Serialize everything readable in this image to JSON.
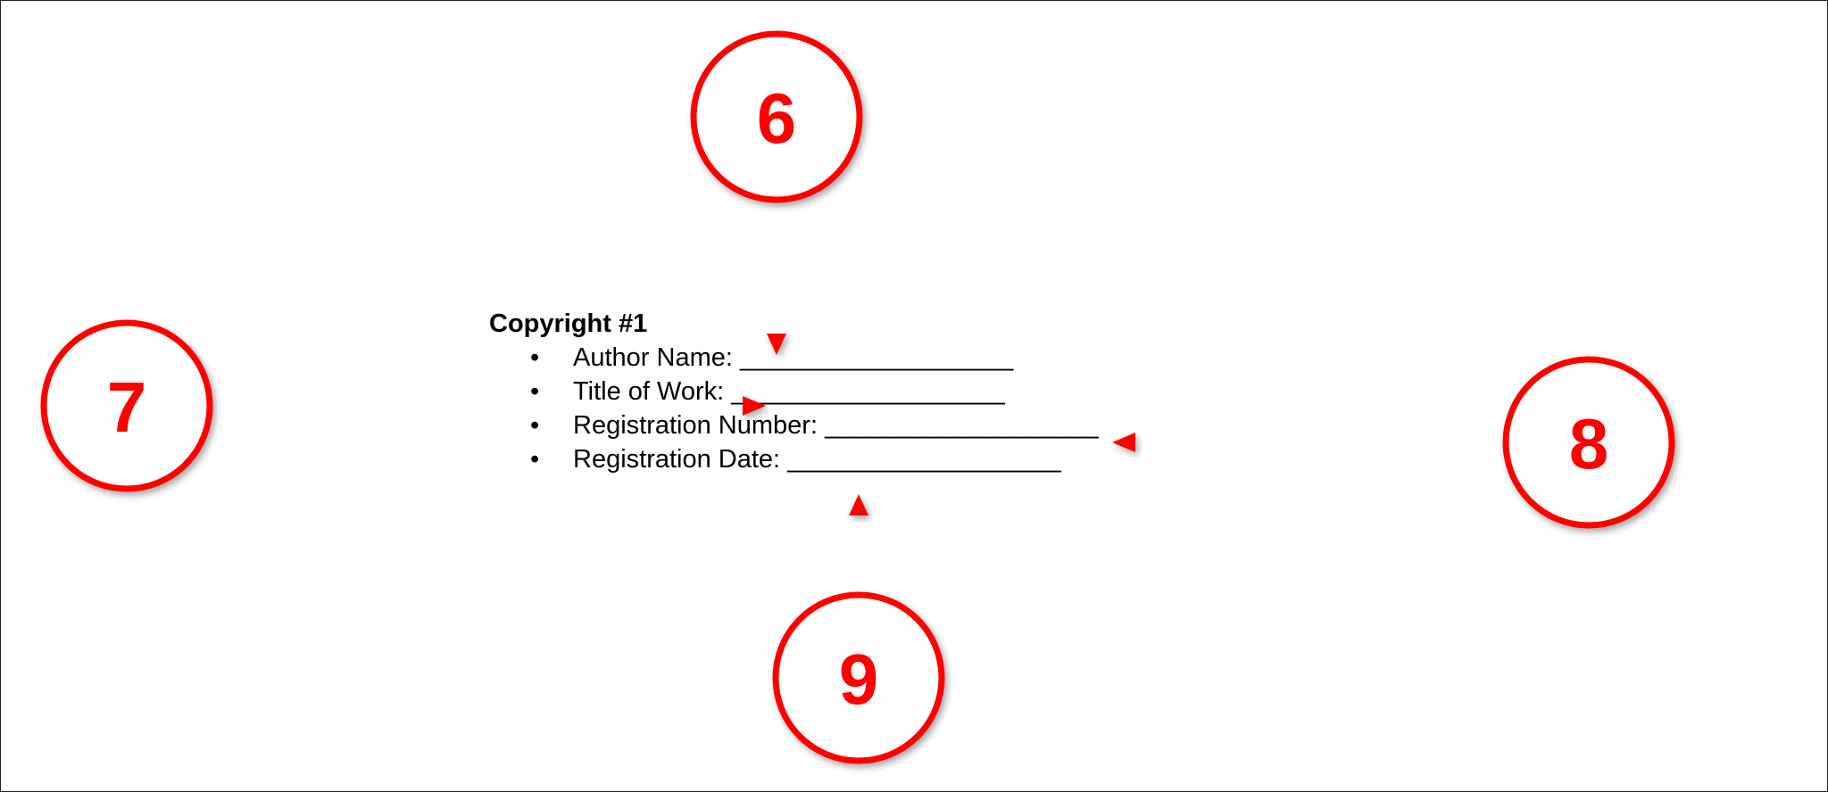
{
  "document": {
    "heading": "Copyright #1",
    "fields": [
      {
        "bullet": "•",
        "label": "Author Name:",
        "blank": "___________________"
      },
      {
        "bullet": "•",
        "label": "Title of Work:",
        "blank": "___________________"
      },
      {
        "bullet": "•",
        "label": "Registration Number:",
        "blank": "___________________"
      },
      {
        "bullet": "•",
        "label": "Registration Date:",
        "blank": "___________________"
      }
    ]
  },
  "callouts": [
    {
      "number": "6",
      "target": "Author Name"
    },
    {
      "number": "7",
      "target": "Title of Work"
    },
    {
      "number": "8",
      "target": "Registration Number"
    },
    {
      "number": "9",
      "target": "Registration Date"
    }
  ],
  "colors": {
    "callout": "#ff0000",
    "text": "#000000",
    "border": "#222222"
  }
}
